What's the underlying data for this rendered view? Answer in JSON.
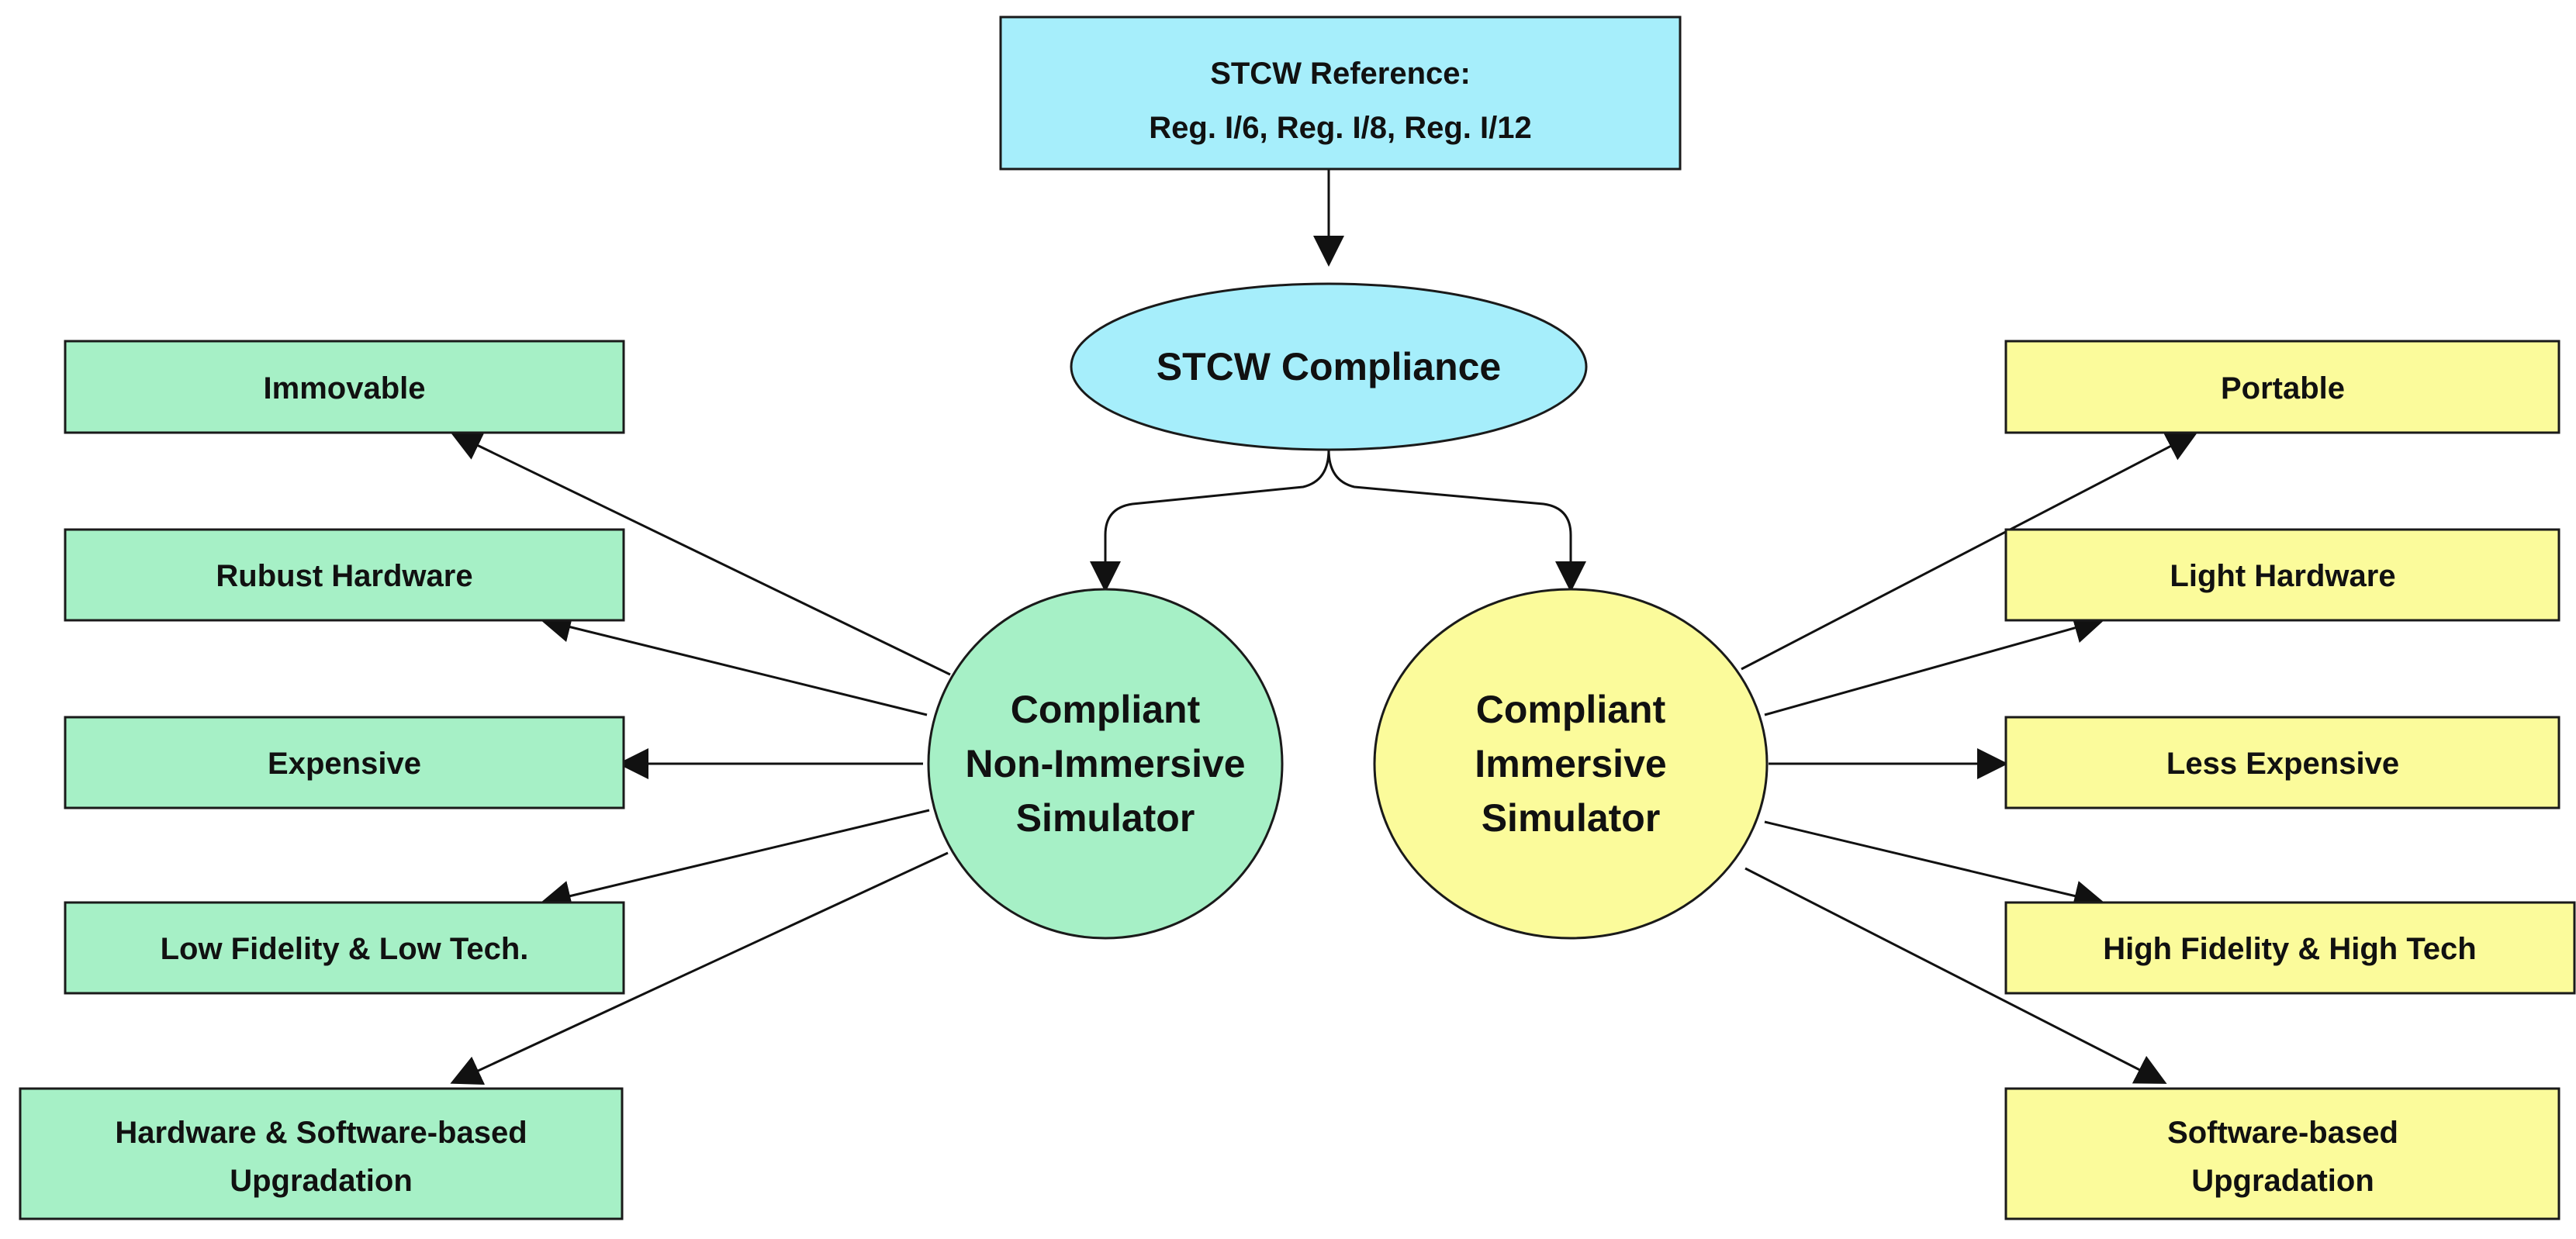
{
  "reference": {
    "line1": "STCW Reference:",
    "line2": "Reg. I/6, Reg. I/8, Reg. I/12"
  },
  "compliance": {
    "label": "STCW Compliance"
  },
  "non_immersive": {
    "line1": "Compliant",
    "line2": "Non-Immersive",
    "line3": "Simulator"
  },
  "immersive": {
    "line1": "Compliant",
    "line2": "Immersive",
    "line3": "Simulator"
  },
  "left_items": [
    {
      "lines": [
        "Immovable"
      ]
    },
    {
      "lines": [
        "Rubust Hardware"
      ]
    },
    {
      "lines": [
        "Expensive"
      ]
    },
    {
      "lines": [
        "Low Fidelity & Low Tech."
      ]
    },
    {
      "lines": [
        "Hardware & Software-based",
        "Upgradation"
      ]
    }
  ],
  "right_items": [
    {
      "lines": [
        "Portable"
      ]
    },
    {
      "lines": [
        "Light Hardware"
      ]
    },
    {
      "lines": [
        "Less Expensive"
      ]
    },
    {
      "lines": [
        "High Fidelity & High Tech"
      ]
    },
    {
      "lines": [
        "Software-based",
        "Upgradation"
      ]
    }
  ],
  "colors": {
    "cyan": "#a6eefb",
    "green": "#a6f0c6",
    "yellow": "#fbfb9b",
    "stroke": "#1a1a1a"
  }
}
